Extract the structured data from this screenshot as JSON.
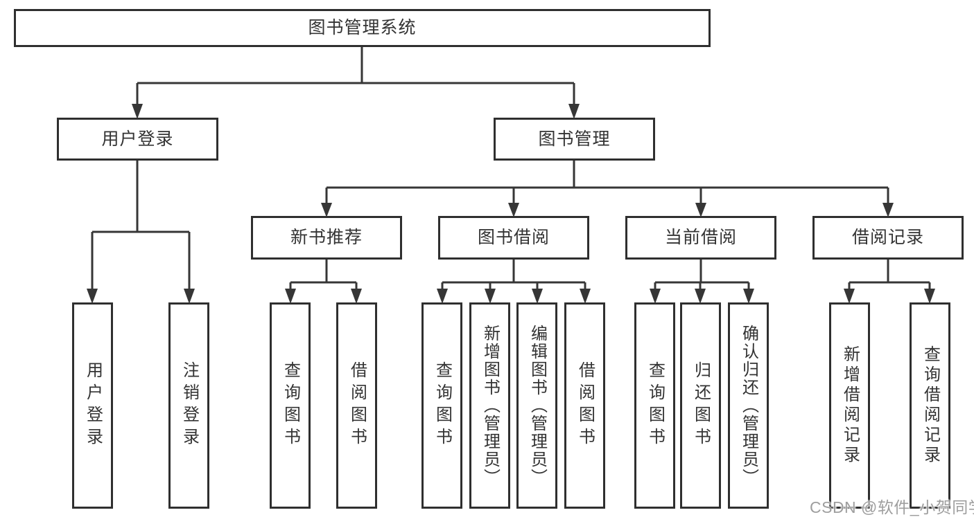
{
  "colors": {
    "background": "#ffffff",
    "box_border": "#2f2f2f",
    "connector": "#363636",
    "text": "#333333",
    "watermark": "#9e9e9e"
  },
  "watermark": "CSDN @软件_小贺同学",
  "diagram": {
    "root": {
      "label": "图书管理系统",
      "children": [
        {
          "label": "用户登录",
          "children": [
            {
              "label": "用户登录"
            },
            {
              "label": "注销登录"
            }
          ]
        },
        {
          "label": "图书管理",
          "children": [
            {
              "label": "新书推荐",
              "children": [
                {
                  "label": "查询图书"
                },
                {
                  "label": "借阅图书"
                }
              ]
            },
            {
              "label": "图书借阅",
              "children": [
                {
                  "label": "查询图书"
                },
                {
                  "label": "新增图书（管理员）"
                },
                {
                  "label": "编辑图书（管理员）"
                },
                {
                  "label": "借阅图书"
                }
              ]
            },
            {
              "label": "当前借阅",
              "children": [
                {
                  "label": "查询图书"
                },
                {
                  "label": "归还图书"
                },
                {
                  "label": "确认归还（管理员）"
                }
              ]
            },
            {
              "label": "借阅记录",
              "children": [
                {
                  "label": "新增借阅记录"
                },
                {
                  "label": "查询借阅记录"
                }
              ]
            }
          ]
        }
      ]
    }
  }
}
